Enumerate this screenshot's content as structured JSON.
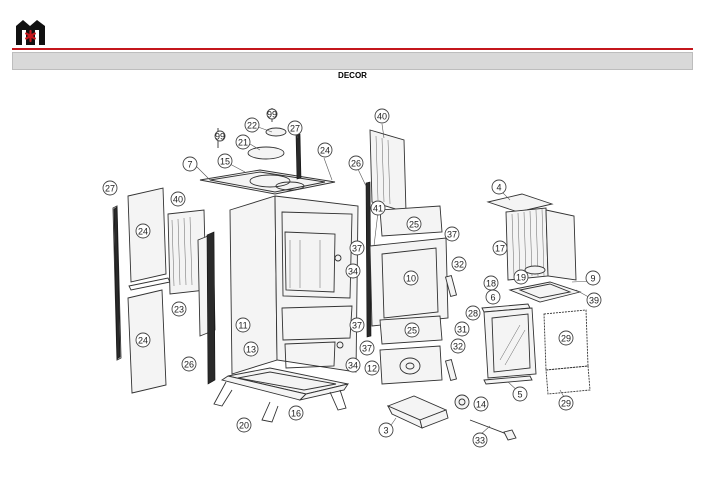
{
  "brand": {
    "logo_icon": "house-with-red-asterisk-logo",
    "accent_color": "#c4161c"
  },
  "header": {
    "bar_color": "#d9d9d9"
  },
  "section": {
    "title": "DECOR"
  },
  "callouts": [
    {
      "id": "c-99a",
      "label": "99"
    },
    {
      "id": "c-22",
      "label": "22"
    },
    {
      "id": "c-27a",
      "label": "27"
    },
    {
      "id": "c-99b",
      "label": "99"
    },
    {
      "id": "c-21",
      "label": "21"
    },
    {
      "id": "c-40a",
      "label": "40"
    },
    {
      "id": "c-7",
      "label": "7"
    },
    {
      "id": "c-15",
      "label": "15"
    },
    {
      "id": "c-24a",
      "label": "24"
    },
    {
      "id": "c-26a",
      "label": "26"
    },
    {
      "id": "c-27b",
      "label": "27"
    },
    {
      "id": "c-40b",
      "label": "40"
    },
    {
      "id": "c-41",
      "label": "41"
    },
    {
      "id": "c-25a",
      "label": "25"
    },
    {
      "id": "c-37a",
      "label": "37"
    },
    {
      "id": "c-4",
      "label": "4"
    },
    {
      "id": "c-17",
      "label": "17"
    },
    {
      "id": "c-24b",
      "label": "24"
    },
    {
      "id": "c-37b",
      "label": "37"
    },
    {
      "id": "c-34a",
      "label": "34"
    },
    {
      "id": "c-32a",
      "label": "32"
    },
    {
      "id": "c-10",
      "label": "10"
    },
    {
      "id": "c-18",
      "label": "18"
    },
    {
      "id": "c-19",
      "label": "19"
    },
    {
      "id": "c-9",
      "label": "9"
    },
    {
      "id": "c-23",
      "label": "23"
    },
    {
      "id": "c-6",
      "label": "6"
    },
    {
      "id": "c-39",
      "label": "39"
    },
    {
      "id": "c-28",
      "label": "28"
    },
    {
      "id": "c-11",
      "label": "11"
    },
    {
      "id": "c-37c",
      "label": "37"
    },
    {
      "id": "c-25b",
      "label": "25"
    },
    {
      "id": "c-31",
      "label": "31"
    },
    {
      "id": "c-24c",
      "label": "24"
    },
    {
      "id": "c-29a",
      "label": "29"
    },
    {
      "id": "c-13",
      "label": "13"
    },
    {
      "id": "c-37d",
      "label": "37"
    },
    {
      "id": "c-32b",
      "label": "32"
    },
    {
      "id": "c-26b",
      "label": "26"
    },
    {
      "id": "c-34b",
      "label": "34"
    },
    {
      "id": "c-12",
      "label": "12"
    },
    {
      "id": "c-5",
      "label": "5"
    },
    {
      "id": "c-29b",
      "label": "29"
    },
    {
      "id": "c-14",
      "label": "14"
    },
    {
      "id": "c-16",
      "label": "16"
    },
    {
      "id": "c-20",
      "label": "20"
    },
    {
      "id": "c-3",
      "label": "3"
    },
    {
      "id": "c-33",
      "label": "33"
    }
  ]
}
